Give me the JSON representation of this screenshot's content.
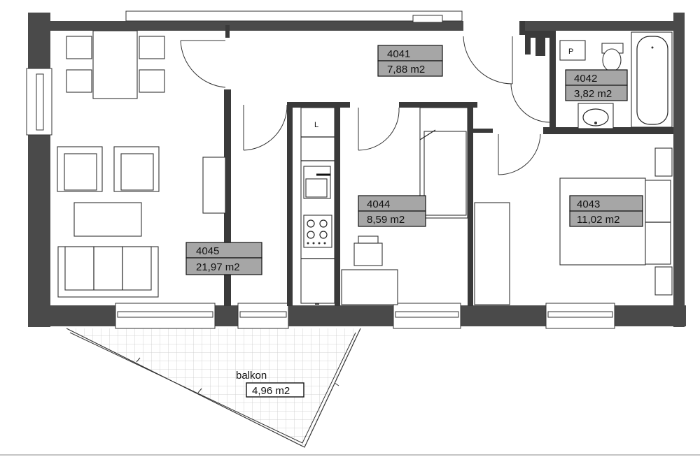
{
  "rooms": [
    {
      "id": "4041",
      "area": "7,88 m2"
    },
    {
      "id": "4042",
      "area": "3,82 m2"
    },
    {
      "id": "4043",
      "area": "11,02 m2"
    },
    {
      "id": "4044",
      "area": "8,59 m2"
    },
    {
      "id": "4045",
      "area": "21,97 m2"
    }
  ],
  "balcony": {
    "name": "balkon",
    "area": "4,96 m2"
  },
  "fixtures": {
    "toilet_tag": "P",
    "kitchen_mark": "L"
  }
}
